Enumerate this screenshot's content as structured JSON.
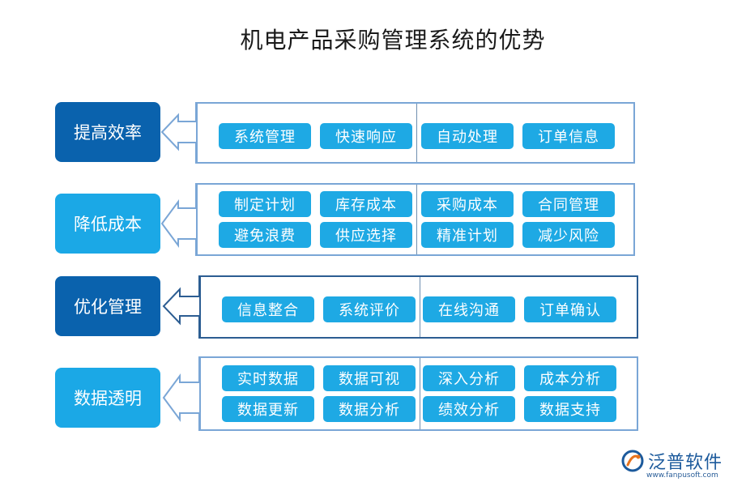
{
  "title": "机电产品采购管理系统的优势",
  "rows": [
    {
      "label": "提高效率",
      "style": "dark",
      "chips": [
        "系统管理",
        "快速响应",
        "自动处理",
        "订单信息"
      ]
    },
    {
      "label": "降低成本",
      "style": "light",
      "chips": [
        "制定计划",
        "库存成本",
        "采购成本",
        "合同管理",
        "避免浪费",
        "供应选择",
        "精准计划",
        "减少风险"
      ]
    },
    {
      "label": "优化管理",
      "style": "dark",
      "chips": [
        "信息整合",
        "系统评价",
        "在线沟通",
        "订单确认"
      ]
    },
    {
      "label": "数据透明",
      "style": "light",
      "chips": [
        "实时数据",
        "数据可视",
        "深入分析",
        "成本分析",
        "数据更新",
        "数据分析",
        "绩效分析",
        "数据支持"
      ]
    }
  ],
  "logo": {
    "name": "泛普软件",
    "url": "www.fanpusoft.com"
  },
  "colors": {
    "dark_label": "#0a62ad",
    "light_label": "#1ba8e6",
    "chip": "#1ea9e4",
    "panel_border": "#7aa6d6"
  }
}
